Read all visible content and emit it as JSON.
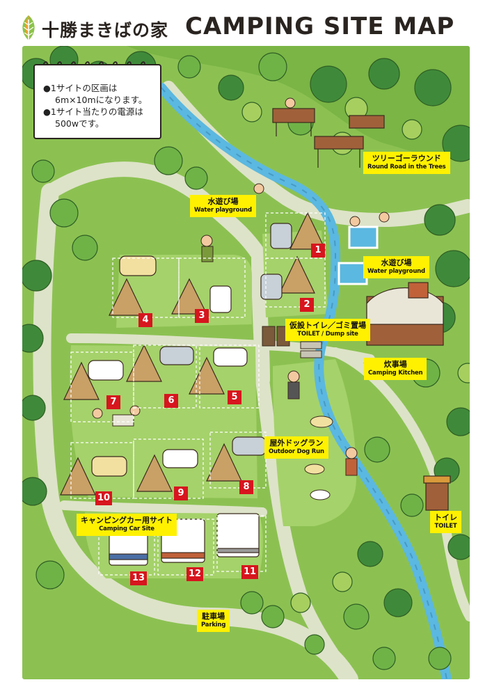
{
  "header": {
    "brand": "十勝まきばの家",
    "title": "CAMPING SITE MAP"
  },
  "note": {
    "line1": "●1サイトの区画は",
    "line2": "6m×10mになります。",
    "line3": "●1サイト当たりの電源は",
    "line4": "500wです。"
  },
  "labels": {
    "tree_round_jp": "ツリーゴーラウンド",
    "tree_round_en": "Round Road in the Trees",
    "water1_jp": "水遊び場",
    "water1_en": "Water playground",
    "water2_jp": "水遊び場",
    "water2_en": "Water playground",
    "toilet_dump_jp": "仮設トイレ／ゴミ置場",
    "toilet_dump_en": "TOILET / Dump site",
    "kitchen_jp": "炊事場",
    "kitchen_en": "Camping Kitchen",
    "dogrun_jp": "屋外ドッグラン",
    "dogrun_en": "Outdoor Dog Run",
    "carsite_jp": "キャンピングカー用サイト",
    "carsite_en": "Camping Car Site",
    "toilet_jp": "トイレ",
    "toilet_en": "TOILET",
    "parking_jp": "駐車場",
    "parking_en": "Parking"
  },
  "sites": [
    "1",
    "2",
    "3",
    "4",
    "5",
    "6",
    "7",
    "8",
    "9",
    "10",
    "11",
    "12",
    "13"
  ],
  "colors": {
    "grass": "#8cc152",
    "grass_light": "#a5d26a",
    "road": "#dde3c8",
    "river": "#5bb8e0",
    "label_bg": "#fff100",
    "site_number_bg": "#d7151e"
  },
  "icons": {
    "logo": "leaf-logo-icon",
    "tent": "tent-icon",
    "car": "car-icon",
    "camper": "camping-car-icon"
  }
}
